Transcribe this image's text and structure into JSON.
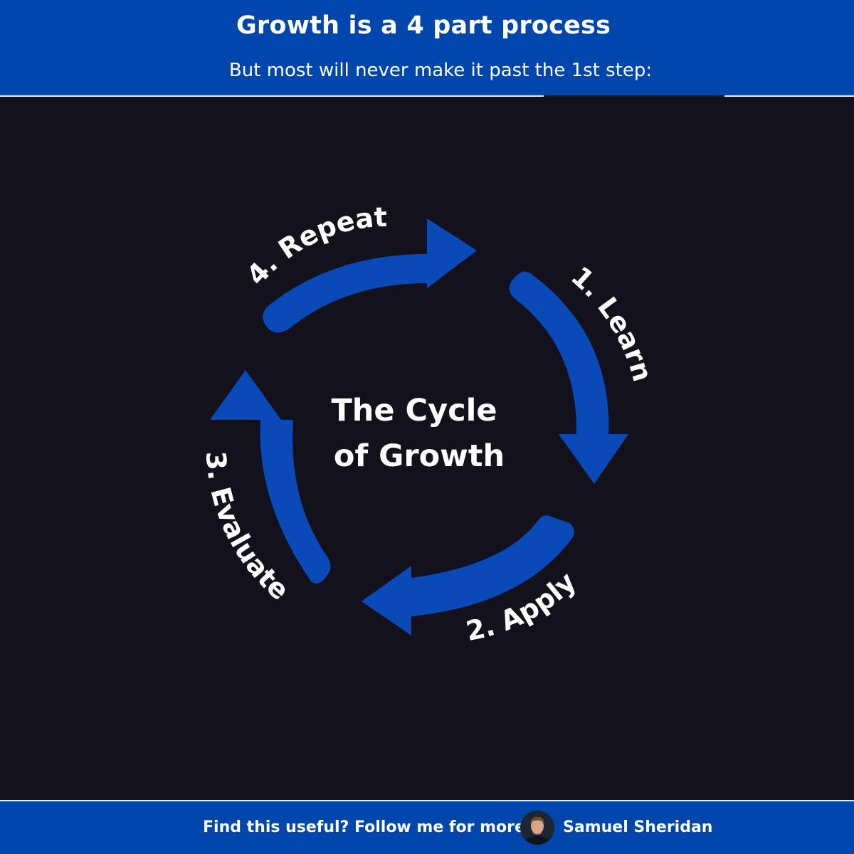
{
  "header": {
    "title": "Growth is a 4 part process",
    "subtitle": "But most will never make it past the 1st step:"
  },
  "diagram": {
    "center_line1": "The Cycle",
    "center_line2": "of Growth",
    "steps": [
      {
        "label": "1. Learn"
      },
      {
        "label": "2. Apply"
      },
      {
        "label": "3. Evaluate"
      },
      {
        "label": "4. Repeat"
      }
    ],
    "colors": {
      "arrow": "#0a4ab8",
      "background": "#13121c",
      "text": "#ffffff"
    }
  },
  "footer": {
    "cta": "Find this useful? Follow me for more",
    "author": "Samuel Sheridan"
  }
}
